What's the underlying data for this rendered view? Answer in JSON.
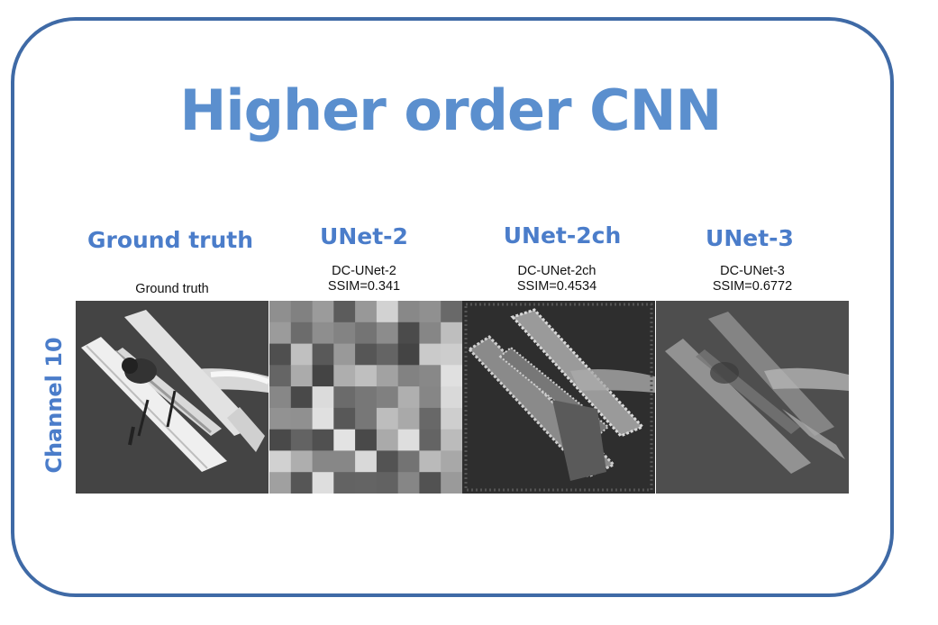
{
  "title": "Higher order CNN",
  "row_label": "Channel 10",
  "columns": [
    {
      "heading": "Ground truth",
      "caption_line1": "Ground truth",
      "caption_line2": ""
    },
    {
      "heading": "UNet-2",
      "caption_line1": "DC-UNet-2",
      "caption_line2": "SSIM=0.341"
    },
    {
      "heading": "UNet-2ch",
      "caption_line1": "DC-UNet-2ch",
      "caption_line2": "SSIM=0.4534"
    },
    {
      "heading": "UNet-3",
      "caption_line1": "DC-UNet-3",
      "caption_line2": "SSIM=0.6772"
    }
  ],
  "colors": {
    "border": "#3f6aa6",
    "title": "#5b8fce",
    "heading": "#4b7dca"
  }
}
